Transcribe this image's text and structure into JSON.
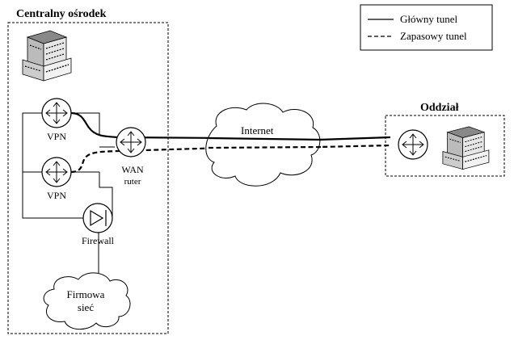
{
  "central": {
    "title": "Centralny ośrodek"
  },
  "branch": {
    "title": "Oddział"
  },
  "legend": {
    "main_tunnel": "Główny tunel",
    "backup_tunnel": "Zapasowy tunel"
  },
  "nodes": {
    "vpn_top": "VPN",
    "vpn_bottom": "VPN",
    "wan_router_line1": "WAN",
    "wan_router_line2": "ruter",
    "firewall": "Firewall",
    "internet": "Internet",
    "company_net_line1": "Firmowa",
    "company_net_line2": "sieć"
  }
}
